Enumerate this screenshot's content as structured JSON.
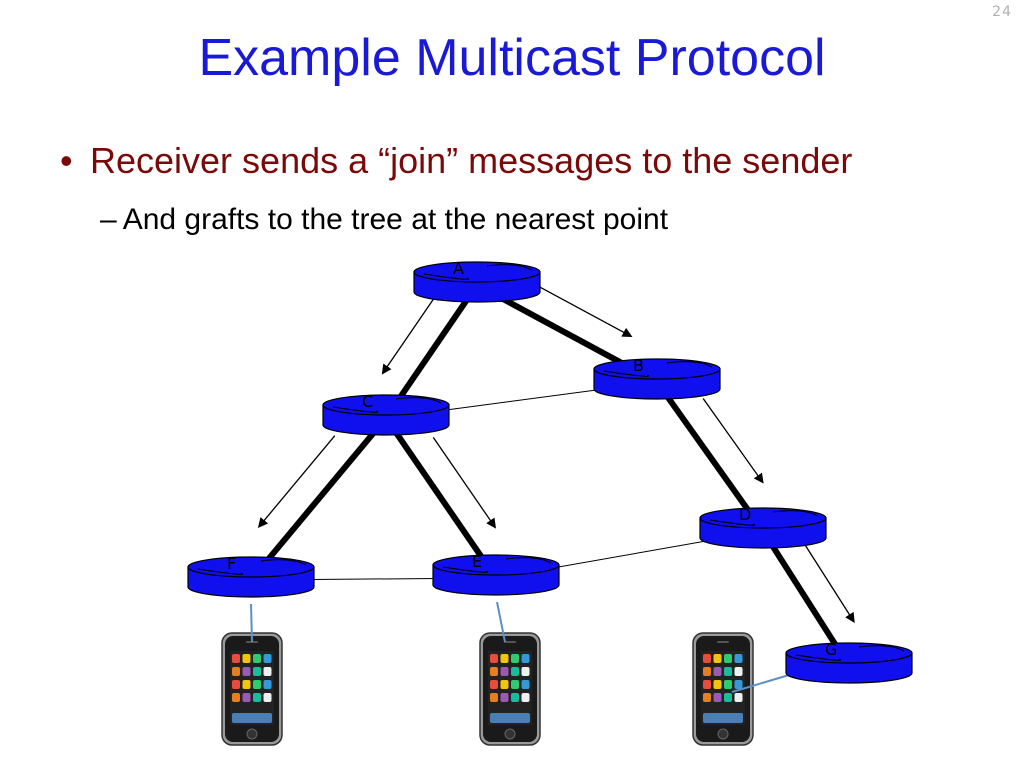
{
  "page_number": "24",
  "title": "Example Multicast Protocol",
  "bullet": {
    "marker": "•",
    "text": "Receiver sends a “join” messages to the sender"
  },
  "sub_bullet": {
    "marker": "–",
    "text": "And grafts to the tree at the nearest point"
  },
  "nodes": [
    {
      "id": "A",
      "label": "A"
    },
    {
      "id": "B",
      "label": "B"
    },
    {
      "id": "C",
      "label": "C"
    },
    {
      "id": "D",
      "label": "D"
    },
    {
      "id": "E",
      "label": "E"
    },
    {
      "id": "F",
      "label": "F"
    },
    {
      "id": "G",
      "label": "G"
    }
  ],
  "tree_edges": [
    {
      "from": "A",
      "to": "B"
    },
    {
      "from": "A",
      "to": "C"
    },
    {
      "from": "C",
      "to": "F"
    },
    {
      "from": "C",
      "to": "E"
    },
    {
      "from": "B",
      "to": "D"
    },
    {
      "from": "D",
      "to": "G"
    }
  ],
  "other_edges": [
    {
      "from": "C",
      "to": "B"
    },
    {
      "from": "F",
      "to": "E"
    },
    {
      "from": "E",
      "to": "D"
    }
  ],
  "join_arrows": [
    {
      "from": "A",
      "to": "C"
    },
    {
      "from": "A",
      "to": "B"
    },
    {
      "from": "C",
      "to": "F"
    },
    {
      "from": "C",
      "to": "E"
    },
    {
      "from": "B",
      "to": "D"
    },
    {
      "from": "D",
      "to": "G"
    }
  ],
  "receivers": [
    {
      "attached_to": "F"
    },
    {
      "attached_to": "E"
    },
    {
      "attached_to": "G"
    }
  ],
  "colors": {
    "title": "#1a1ad6",
    "bullet": "#7a0a0a",
    "router_fill": "#1010ee",
    "receiver_link": "#5b8fc7"
  }
}
